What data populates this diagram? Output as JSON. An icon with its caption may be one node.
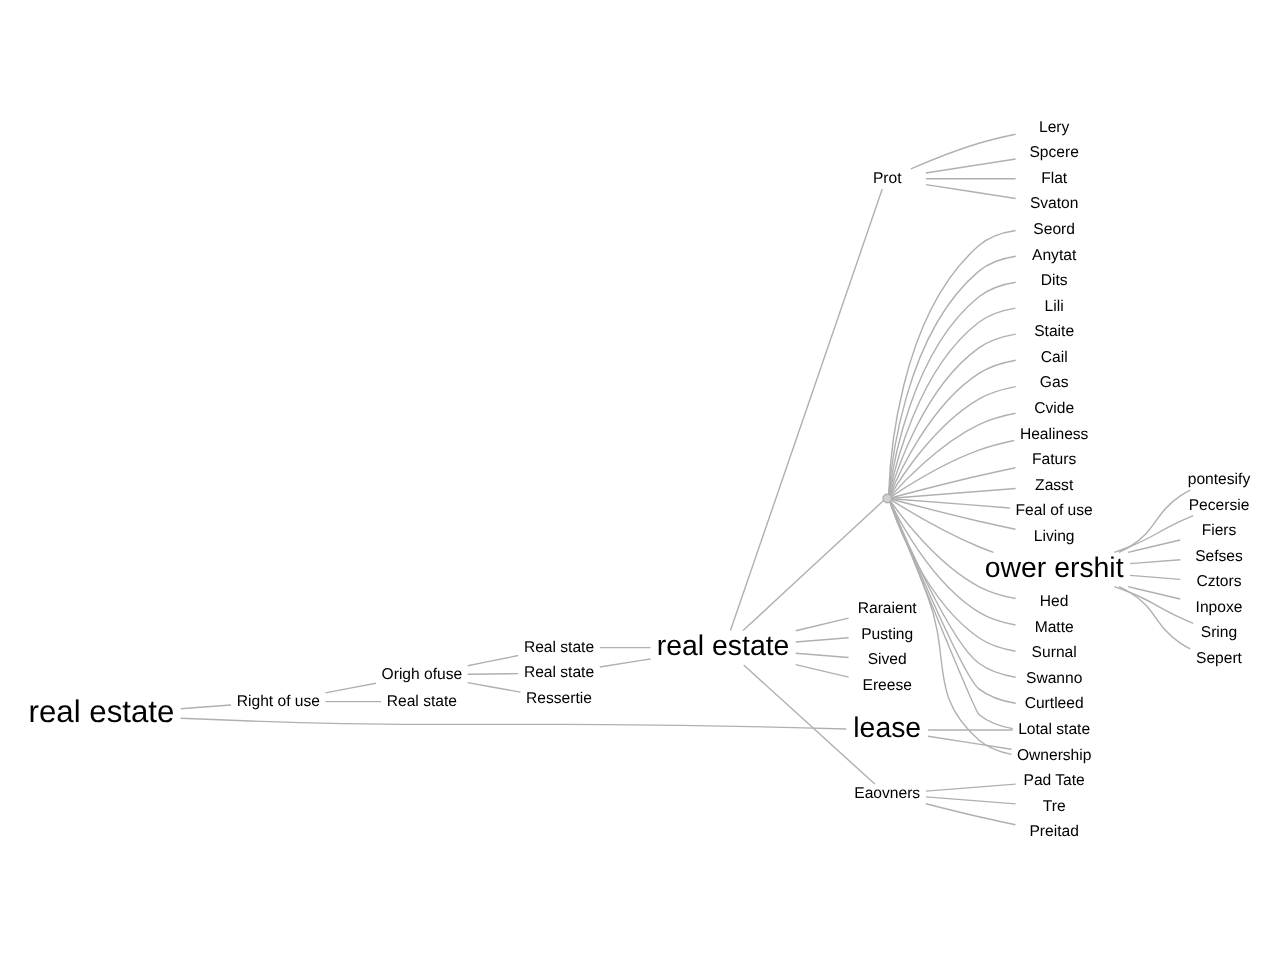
{
  "diagram": {
    "nodes": [
      {
        "text": [
          "real estate"
        ]
      },
      {
        "text": [
          "Right of use"
        ]
      },
      {
        "text": [
          "lease"
        ]
      },
      {
        "text": [
          "Origh ofuse"
        ]
      },
      {
        "text": [
          "Real state"
        ]
      },
      {
        "text": [
          "Ressertie"
        ]
      },
      {
        "text": [
          "Real state"
        ]
      },
      {
        "text": [
          "Real state"
        ]
      },
      {
        "text": [
          "Ownership"
        ]
      },
      {
        "text": [
          "Lotal state"
        ]
      },
      {
        "text": [
          "real estate"
        ]
      },
      {
        "text": [
          "Raraient"
        ]
      },
      {
        "text": [
          "Pusting"
        ]
      },
      {
        "text": [
          "Sived"
        ]
      },
      {
        "text": [
          "Ereese"
        ]
      },
      {
        "text": [
          "Eaovners"
        ]
      },
      {
        "text": [
          "Tre"
        ]
      },
      {
        "text": [
          "Preitad"
        ]
      },
      {
        "text": [
          "Pad Tate"
        ]
      },
      {
        "text": [
          "Prot"
        ]
      },
      {
        "text": [
          "Svaton"
        ]
      },
      {
        "text": [
          "Lery"
        ]
      },
      {
        "text": [
          "Spcere"
        ]
      },
      {
        "text": [
          "Flat"
        ]
      },
      {
        "text": [],
        "shape": "circle"
      },
      {
        "text": [
          "Hed"
        ]
      },
      {
        "text": [
          "Matte"
        ]
      },
      {
        "text": [
          "Surnal"
        ]
      },
      {
        "text": [
          "Swanno"
        ]
      },
      {
        "text": [
          "Curtleed"
        ]
      },
      {
        "text": [
          "Seord"
        ]
      },
      {
        "text": [
          "Anytat"
        ]
      },
      {
        "text": [
          "Dits"
        ]
      },
      {
        "text": [
          "Lili"
        ]
      },
      {
        "text": [
          "Staite"
        ]
      },
      {
        "text": [
          "Cail"
        ]
      },
      {
        "text": [
          "Gas"
        ]
      },
      {
        "text": [
          "Cvide"
        ]
      },
      {
        "text": [
          "Healiness"
        ]
      },
      {
        "text": [
          "Faturs"
        ]
      },
      {
        "text": [
          "Zasst"
        ]
      },
      {
        "text": [
          "Feal of use"
        ]
      },
      {
        "text": [
          "Living"
        ]
      },
      {
        "text": [
          "ower ershit"
        ]
      },
      {
        "text": [
          "pontesify"
        ]
      },
      {
        "text": [
          "Pecersie"
        ]
      },
      {
        "text": [
          "Fiers"
        ]
      },
      {
        "text": [
          "Sefses"
        ]
      },
      {
        "text": [
          "Cztors"
        ]
      },
      {
        "text": [
          "Inpoxe"
        ]
      },
      {
        "text": [
          "Sring"
        ]
      },
      {
        "text": [
          "Sepert"
        ]
      }
    ],
    "edges": [
      {
        "from": 0,
        "to": 1,
        "arrow": "none"
      },
      {
        "from": 0,
        "to": 2,
        "arrow": "none"
      },
      {
        "from": 1,
        "to": 3,
        "arrow": "none"
      },
      {
        "from": 1,
        "to": 4,
        "arrow": "none"
      },
      {
        "from": 3,
        "to": 5,
        "arrow": "none"
      },
      {
        "from": 3,
        "to": 6,
        "arrow": "none"
      },
      {
        "from": 3,
        "to": 7,
        "arrow": "none"
      },
      {
        "from": 2,
        "to": 8,
        "arrow": "none"
      },
      {
        "from": 2,
        "to": 9,
        "arrow": "none"
      },
      {
        "from": 6,
        "to": 10,
        "arrow": "none"
      },
      {
        "from": 7,
        "to": 10,
        "arrow": "none"
      },
      {
        "from": 10,
        "to": 11,
        "arrow": "none"
      },
      {
        "from": 10,
        "to": 12,
        "arrow": "none"
      },
      {
        "from": 10,
        "to": 13,
        "arrow": "none"
      },
      {
        "from": 10,
        "to": 14,
        "arrow": "none"
      },
      {
        "from": 10,
        "to": 15,
        "arrow": "none"
      },
      {
        "from": 15,
        "to": 16,
        "arrow": "none"
      },
      {
        "from": 15,
        "to": 17,
        "arrow": "none"
      },
      {
        "from": 15,
        "to": 18,
        "arrow": "none"
      },
      {
        "from": 10,
        "to": 19,
        "arrow": "none"
      },
      {
        "from": 19,
        "to": 20,
        "arrow": "none"
      },
      {
        "from": 19,
        "to": 21,
        "arrow": "none"
      },
      {
        "from": 19,
        "to": 22,
        "arrow": "none"
      },
      {
        "from": 19,
        "to": 23,
        "arrow": "none"
      },
      {
        "from": 10,
        "to": 24,
        "arrow": "none"
      },
      {
        "from": 24,
        "to": 25,
        "arrow": "none"
      },
      {
        "from": 24,
        "to": 26,
        "arrow": "none"
      },
      {
        "from": 24,
        "to": 27,
        "arrow": "none"
      },
      {
        "from": 24,
        "to": 28,
        "arrow": "none"
      },
      {
        "from": 24,
        "to": 29,
        "arrow": "none"
      },
      {
        "from": 24,
        "to": 30,
        "arrow": "none"
      },
      {
        "from": 24,
        "to": 31,
        "arrow": "none"
      },
      {
        "from": 24,
        "to": 32,
        "arrow": "none"
      },
      {
        "from": 24,
        "to": 33,
        "arrow": "none"
      },
      {
        "from": 24,
        "to": 34,
        "arrow": "none"
      },
      {
        "from": 24,
        "to": 35,
        "arrow": "none"
      },
      {
        "from": 24,
        "to": 36,
        "arrow": "none"
      },
      {
        "from": 24,
        "to": 37,
        "arrow": "none"
      },
      {
        "from": 24,
        "to": 38,
        "arrow": "none"
      },
      {
        "from": 24,
        "to": 39,
        "arrow": "none"
      },
      {
        "from": 24,
        "to": 40,
        "arrow": "none"
      },
      {
        "from": 24,
        "to": 8,
        "arrow": "none"
      },
      {
        "from": 24,
        "to": 41,
        "arrow": "none"
      },
      {
        "from": 24,
        "to": 9,
        "arrow": "none"
      },
      {
        "from": 24,
        "to": 42,
        "arrow": "none"
      },
      {
        "from": 24,
        "to": 43,
        "arrow": "none"
      },
      {
        "from": 43,
        "to": 44,
        "arrow": "none"
      },
      {
        "from": 43,
        "to": 45,
        "arrow": "none"
      },
      {
        "from": 43,
        "to": 46,
        "arrow": "none"
      },
      {
        "from": 43,
        "to": 47,
        "arrow": "none"
      },
      {
        "from": 43,
        "to": 48,
        "arrow": "none"
      },
      {
        "from": 43,
        "to": 49,
        "arrow": "none"
      },
      {
        "from": 43,
        "to": 50,
        "arrow": "none"
      },
      {
        "from": 43,
        "to": 51,
        "arrow": "none"
      }
    ]
  }
}
